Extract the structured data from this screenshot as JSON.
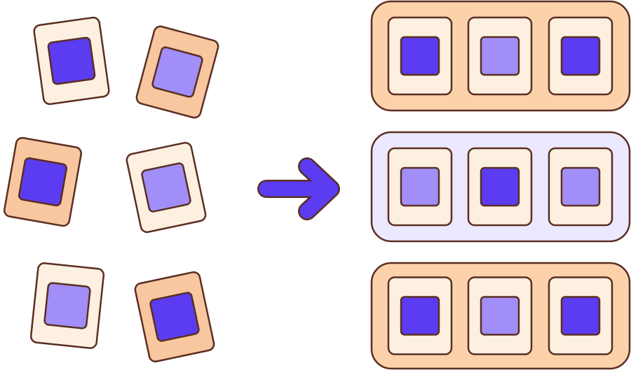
{
  "colors": {
    "outline": "#5a2e22",
    "card_light": "#fdf0e1",
    "card_peach": "#f8c79f",
    "tray_peach": "#fbd2aa",
    "tray_lavender": "#ece8ff",
    "square_dark": "#5b3cf0",
    "square_light": "#a28ef8",
    "arrow": "#5b3cf0"
  },
  "scattered_cards": [
    {
      "card": "light",
      "square": "dark"
    },
    {
      "card": "peach",
      "square": "light"
    },
    {
      "card": "peach",
      "square": "dark"
    },
    {
      "card": "light",
      "square": "light"
    },
    {
      "card": "light",
      "square": "light"
    },
    {
      "card": "peach",
      "square": "dark"
    }
  ],
  "trays": [
    {
      "tray": "peach",
      "slots": [
        "dark",
        "light",
        "dark"
      ]
    },
    {
      "tray": "lavender",
      "slots": [
        "light",
        "dark",
        "light"
      ]
    },
    {
      "tray": "peach",
      "slots": [
        "dark",
        "light",
        "dark"
      ]
    }
  ],
  "arrow_icon": "arrow-right-icon"
}
